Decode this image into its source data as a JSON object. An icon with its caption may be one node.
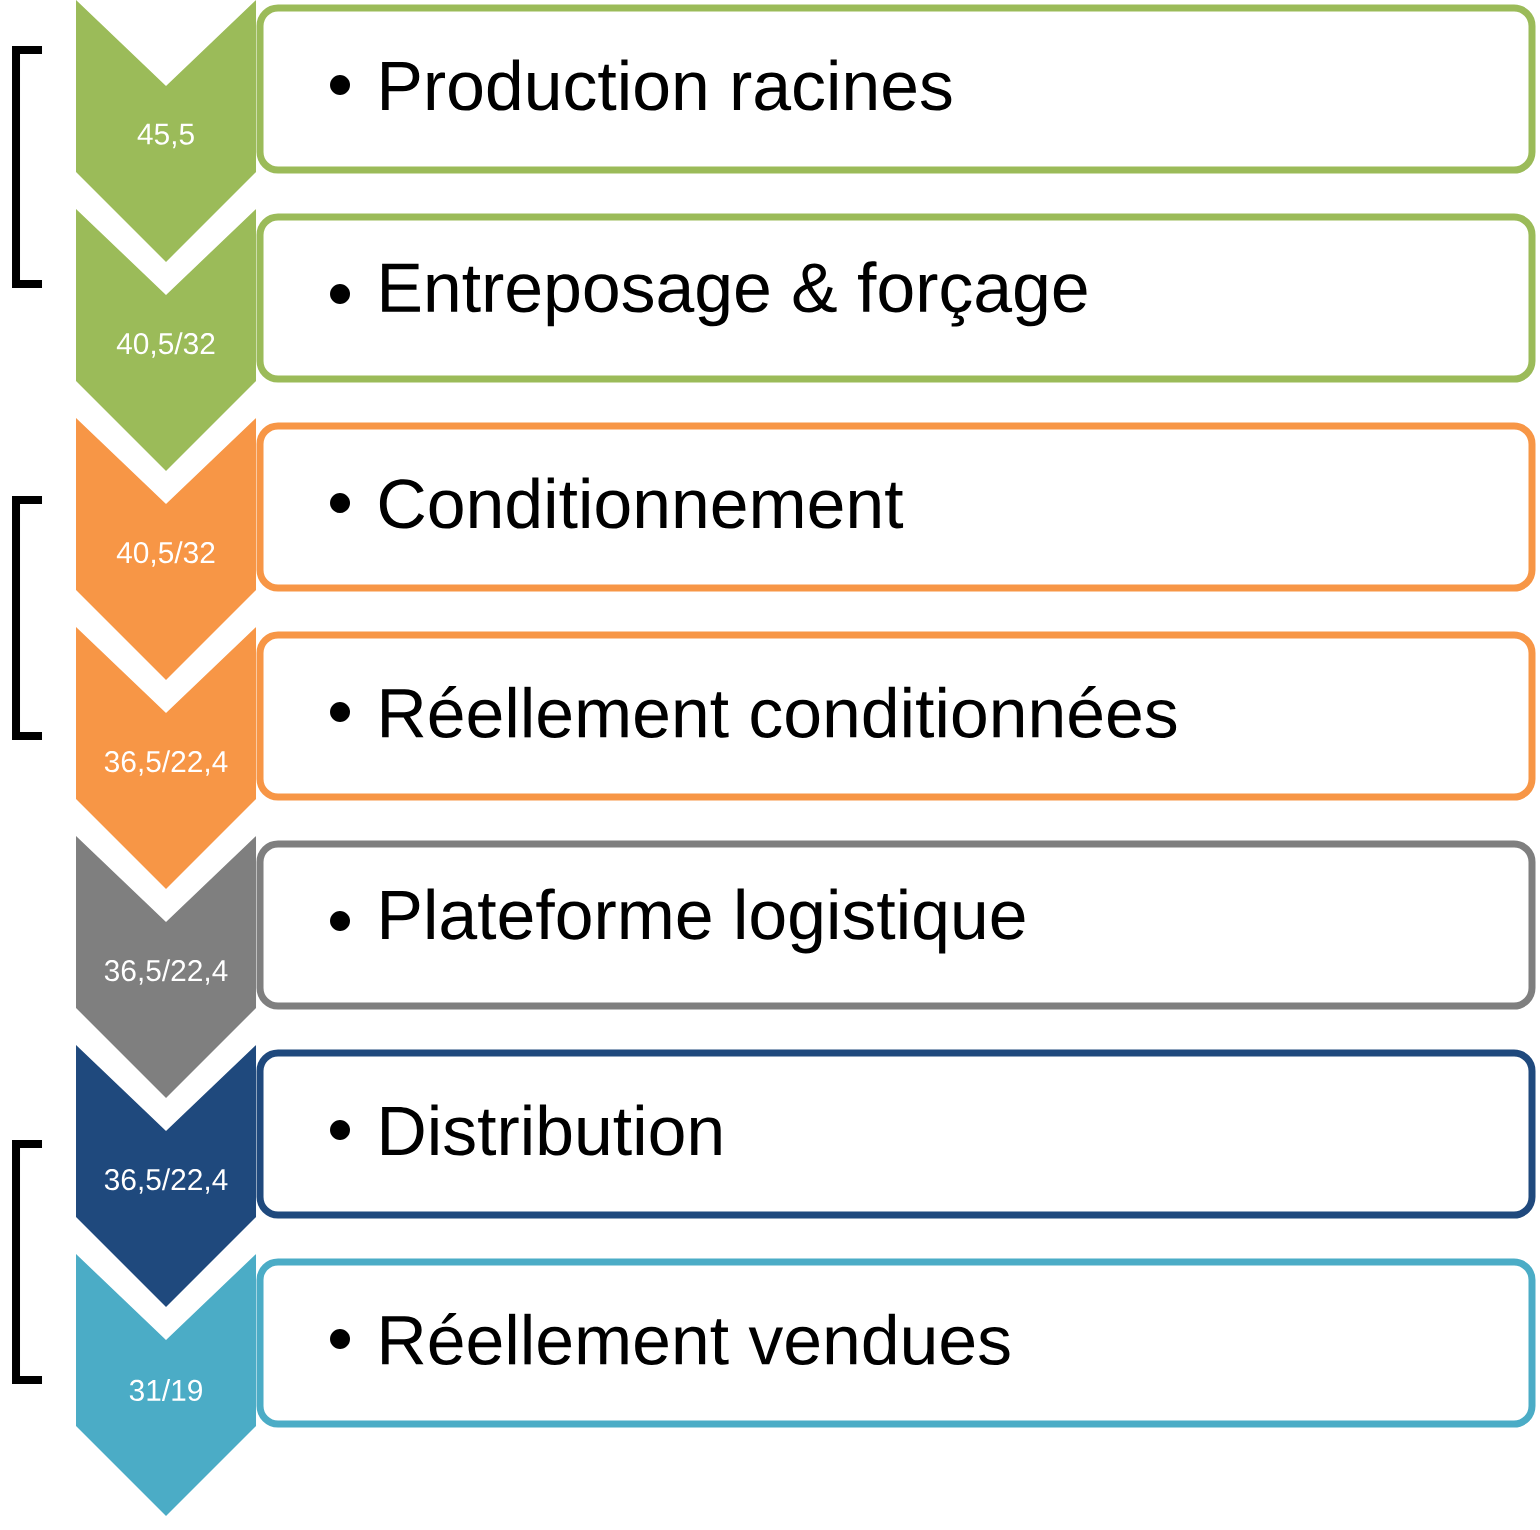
{
  "diagram": {
    "nodes": [
      {
        "text": [
          "45,5"
        ]
      },
      {
        "text": [
          "Production racines"
        ]
      },
      {
        "text": [
          "40,5/32"
        ]
      },
      {
        "text": [
          "Entreposage & forçage"
        ]
      },
      {
        "text": [
          "40,5/32"
        ]
      },
      {
        "text": [
          "Conditionnement"
        ]
      },
      {
        "text": [
          "36,5/22,4"
        ]
      },
      {
        "text": [
          "Réellement conditionnées"
        ]
      },
      {
        "text": [
          "36,5/22,4"
        ]
      },
      {
        "text": [
          "Plateforme logistique"
        ]
      },
      {
        "text": [
          "36,5/22,4"
        ]
      },
      {
        "text": [
          "Distribution"
        ]
      },
      {
        "text": [
          "31/19"
        ]
      },
      {
        "text": [
          "Réellement vendues"
        ]
      }
    ]
  }
}
